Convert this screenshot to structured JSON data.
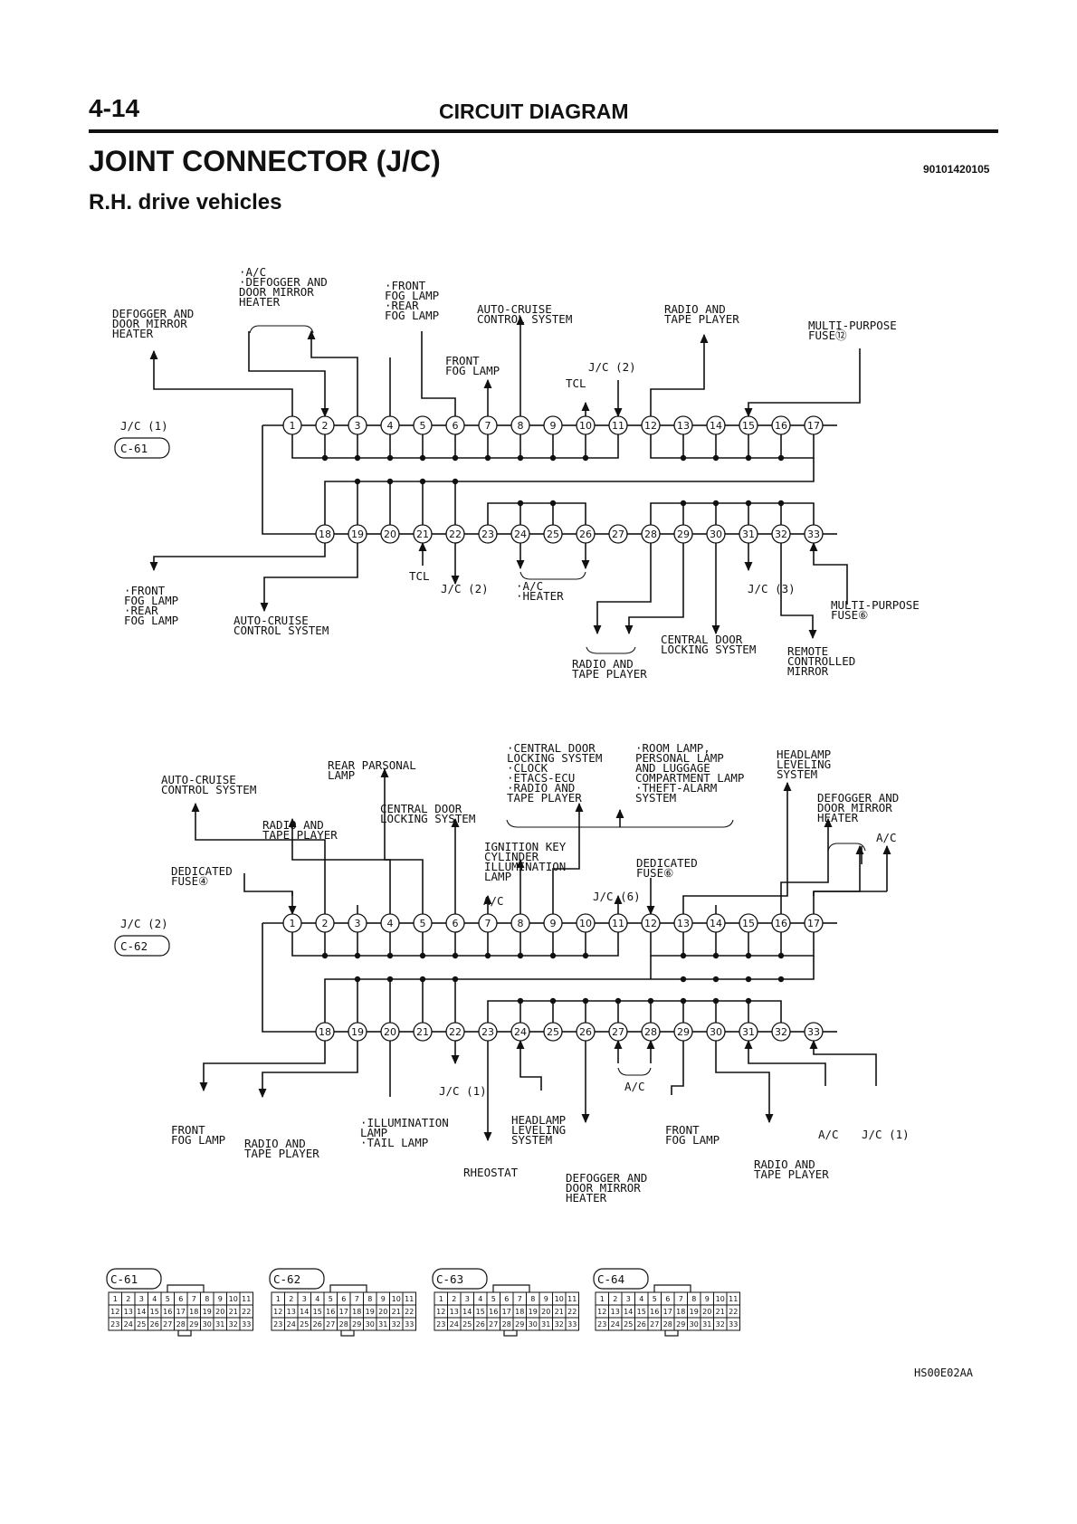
{
  "header": {
    "page_number": "4-14",
    "section": "CIRCUIT DIAGRAM",
    "title": "JOINT CONNECTOR (J/C)",
    "code": "90101420105",
    "subtitle": "R.H. drive vehicles"
  },
  "figure_id": "HS00E02AA",
  "jc1": {
    "name": "J/C (1)",
    "connector": "C-61",
    "labels": {
      "ac_defogger": [
        "·A/C",
        "·DEFOGGER AND",
        " DOOR MIRROR",
        " HEATER"
      ],
      "front_rear_fog": [
        "·FRONT",
        " FOG LAMP",
        "·REAR",
        " FOG LAMP"
      ],
      "defogger_left": [
        "DEFOGGER AND",
        "DOOR MIRROR",
        "HEATER"
      ],
      "auto_cruise_top": [
        "AUTO-CRUISE",
        "CONTROL SYSTEM"
      ],
      "radio_top": [
        "RADIO AND",
        "TAPE PLAYER"
      ],
      "multi_purpose_12": [
        "MULTI-PURPOSE",
        "FUSE⑫"
      ],
      "front_fog_mid": [
        "FRONT",
        "FOG LAMP"
      ],
      "tcl_top": "TCL",
      "jc2_top": "J/C (2)",
      "front_rear_fog_bottom": [
        "·FRONT",
        " FOG LAMP",
        "·REAR",
        " FOG LAMP"
      ],
      "auto_cruise_bottom": [
        "AUTO-CRUISE",
        "CONTROL SYSTEM"
      ],
      "tcl_bottom": "TCL",
      "jc2_bottom": "J/C (2)",
      "ac_heater": [
        "·A/C",
        "·HEATER"
      ],
      "radio_bottom": [
        "RADIO AND",
        "TAPE PLAYER"
      ],
      "central_door": [
        "CENTRAL DOOR",
        "LOCKING SYSTEM"
      ],
      "jc3": "J/C (3)",
      "multi_purpose_6": [
        "MULTI-PURPOSE",
        "FUSE⑥"
      ],
      "remote_mirror": [
        "REMOTE",
        "CONTROLLED",
        "MIRROR"
      ]
    }
  },
  "jc2": {
    "name": "J/C (2)",
    "connector": "C-62",
    "labels": {
      "auto_cruise": [
        "AUTO-CRUISE",
        "CONTROL SYSTEM"
      ],
      "rear_parsonal": [
        "REAR PARSONAL",
        "LAMP"
      ],
      "radio_top": [
        "RADIO AND",
        "TAPE PLAYER"
      ],
      "central_door": [
        "CENTRAL DOOR",
        "LOCKING SYSTEM"
      ],
      "group_left": [
        "·CENTRAL DOOR",
        " LOCKING SYSTEM",
        "·CLOCK",
        "·ETACS-ECU",
        "·RADIO AND",
        " TAPE PLAYER"
      ],
      "group_right": [
        "·ROOM LAMP,",
        " PERSONAL LAMP",
        " AND LUGGAGE",
        " COMPARTMENT LAMP",
        "·THEFT-ALARM",
        " SYSTEM"
      ],
      "headlamp_top": [
        "HEADLAMP",
        "LEVELING",
        "SYSTEM"
      ],
      "defogger_top": [
        "DEFOGGER AND",
        "DOOR MIRROR",
        "HEATER"
      ],
      "ignition": [
        "IGNITION KEY",
        "CYLINDER",
        "ILLUMINATION",
        "LAMP"
      ],
      "dedicated_4": [
        "DEDICATED",
        "FUSE④"
      ],
      "dedicated_6": [
        "DEDICATED",
        "FUSE⑥"
      ],
      "ac_top": "A/C",
      "ac_right": "A/C",
      "jc6": "J/C (6)",
      "front_fog_left": [
        "FRONT",
        "FOG LAMP"
      ],
      "radio_bottom_left": [
        "RADIO AND",
        "TAPE PLAYER"
      ],
      "illumination": [
        "·ILLUMINATION",
        " LAMP",
        "·TAIL LAMP"
      ],
      "jc1_mid": "J/C (1)",
      "headlamp_bottom": [
        "HEADLAMP",
        "LEVELING",
        "SYSTEM"
      ],
      "rheostat": "RHEOSTAT",
      "defogger_bottom": [
        "DEFOGGER AND",
        "DOOR MIRROR",
        "HEATER"
      ],
      "ac_mid": "A/C",
      "front_fog_right": [
        "FRONT",
        "FOG LAMP"
      ],
      "radio_bottom_right": [
        "RADIO AND",
        "TAPE PLAYER"
      ],
      "ac_bottom_right": "A/C",
      "jc1_right": "J/C (1)"
    }
  },
  "pins": {
    "top": [
      "1",
      "2",
      "3",
      "4",
      "5",
      "6",
      "7",
      "8",
      "9",
      "10",
      "11",
      "12",
      "13",
      "14",
      "15",
      "16",
      "17"
    ],
    "bottom": [
      "18",
      "19",
      "20",
      "21",
      "22",
      "23",
      "24",
      "25",
      "26",
      "27",
      "28",
      "29",
      "30",
      "31",
      "32",
      "33"
    ]
  },
  "connector_faces": {
    "names": [
      "C-61",
      "C-62",
      "C-63",
      "C-64"
    ],
    "rows": [
      [
        "1",
        "2",
        "3",
        "4",
        "5",
        "6",
        "7",
        "8",
        "9",
        "10",
        "11"
      ],
      [
        "12",
        "13",
        "14",
        "15",
        "16",
        "17",
        "18",
        "19",
        "20",
        "21",
        "22"
      ],
      [
        "23",
        "24",
        "25",
        "26",
        "27",
        "28",
        "29",
        "30",
        "31",
        "32",
        "33"
      ]
    ]
  }
}
